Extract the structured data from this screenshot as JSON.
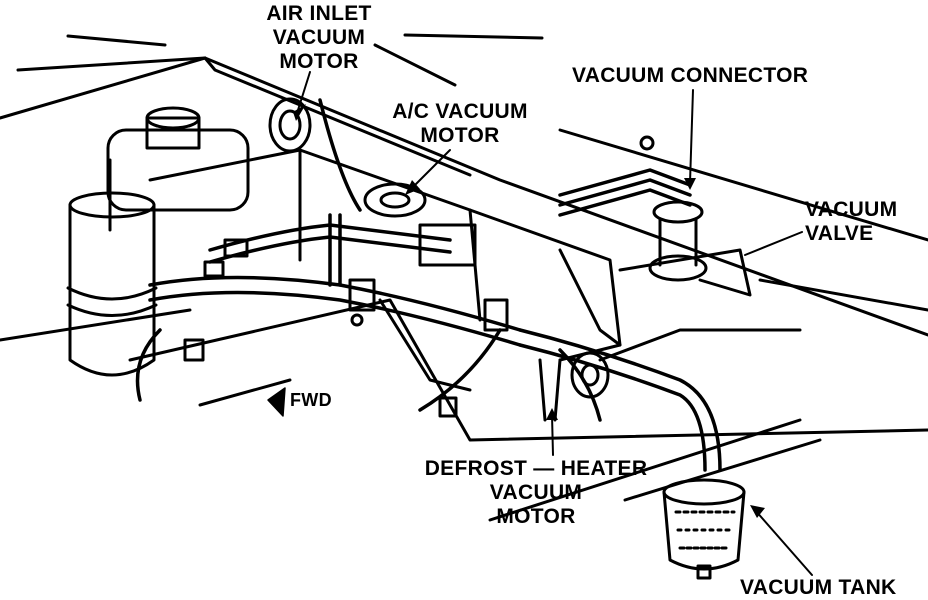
{
  "labels": {
    "air_inlet_motor": [
      "AIR INLET",
      "VACUUM",
      "MOTOR"
    ],
    "ac_motor": [
      "A/C VACUUM",
      "MOTOR"
    ],
    "vacuum_connector": "VACUUM CONNECTOR",
    "vacuum_valve": [
      "VACUUM",
      "VALVE"
    ],
    "fwd": "FWD",
    "defrost_heater_motor": [
      "DEFROST — HEATER",
      "VACUUM",
      "MOTOR"
    ],
    "vacuum_tank": "VACUUM TANK"
  },
  "colors": {
    "ink": "#000000",
    "paper": "#ffffff"
  }
}
